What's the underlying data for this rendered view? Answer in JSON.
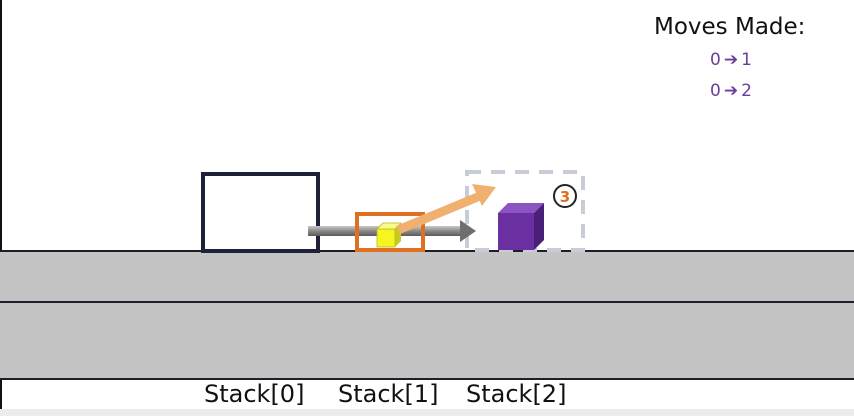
{
  "moves_panel": {
    "title": "Moves Made:",
    "moves": [
      {
        "from": "0",
        "to": "1"
      },
      {
        "from": "0",
        "to": "2"
      }
    ]
  },
  "step_badge": "3",
  "stacks": [
    {
      "label": "Stack[0]"
    },
    {
      "label": "Stack[1]"
    },
    {
      "label": "Stack[2]"
    }
  ],
  "colors": {
    "band": "#c4c4c4",
    "stack0_outline": "#1e2238",
    "yellow_block": "#f5f520",
    "purple_block": "#6a2fa0",
    "highlight": "#e07020",
    "move_arrow": "#f0b070",
    "shift_arrow": "#7a7a7a",
    "target_dash": "#c8ccd8",
    "moves_text": "#6a3c9e"
  },
  "icons": {
    "arrow": "right-arrow-icon"
  }
}
